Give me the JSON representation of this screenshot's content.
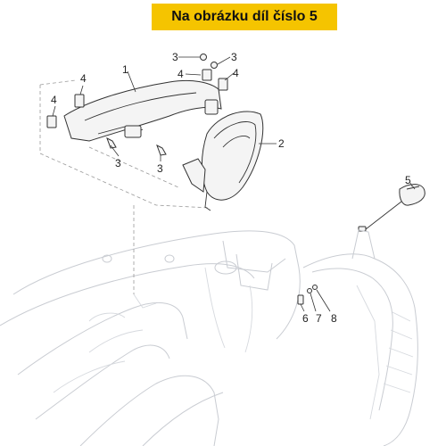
{
  "banner": {
    "text": "Na obrázku díl číslo 5"
  },
  "callouts": [
    {
      "id": "1a",
      "text": "1"
    },
    {
      "id": "2a",
      "text": "2"
    },
    {
      "id": "3a",
      "text": "3"
    },
    {
      "id": "3b",
      "text": "3"
    },
    {
      "id": "3c",
      "text": "3"
    },
    {
      "id": "3d",
      "text": "3"
    },
    {
      "id": "4a",
      "text": "4"
    },
    {
      "id": "4b",
      "text": "4"
    },
    {
      "id": "4c",
      "text": "4"
    },
    {
      "id": "4d",
      "text": "4"
    },
    {
      "id": "5a",
      "text": "5"
    },
    {
      "id": "6a",
      "text": "6"
    },
    {
      "id": "7a",
      "text": "7"
    },
    {
      "id": "8a",
      "text": "8"
    }
  ],
  "colors": {
    "banner": "#f5c400",
    "line": "#333333",
    "ghost": "#c9ccd2"
  }
}
